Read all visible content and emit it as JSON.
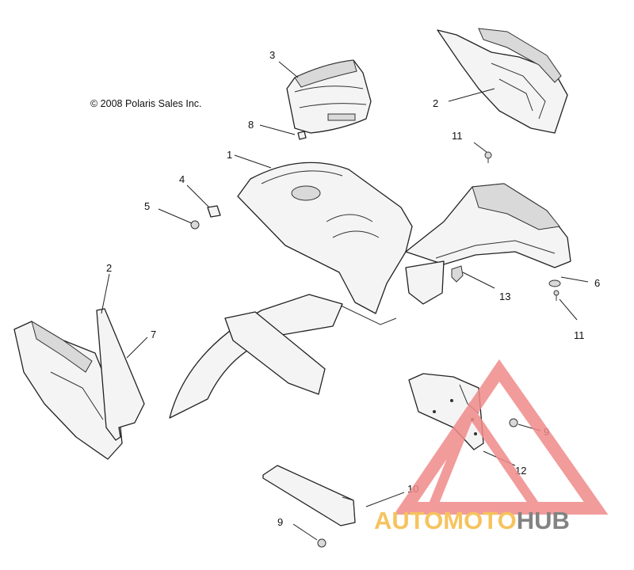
{
  "copyright": "© 2008 Polaris Sales Inc.",
  "callouts": [
    {
      "id": "3",
      "label": "3"
    },
    {
      "id": "2-top",
      "label": "2"
    },
    {
      "id": "8",
      "label": "8"
    },
    {
      "id": "11-top",
      "label": "11"
    },
    {
      "id": "1",
      "label": "1"
    },
    {
      "id": "4",
      "label": "4"
    },
    {
      "id": "5",
      "label": "5"
    },
    {
      "id": "6",
      "label": "6"
    },
    {
      "id": "13",
      "label": "13"
    },
    {
      "id": "11-right",
      "label": "11"
    },
    {
      "id": "2-left",
      "label": "2"
    },
    {
      "id": "7",
      "label": "7"
    },
    {
      "id": "9-right",
      "label": "9"
    },
    {
      "id": "12",
      "label": "12"
    },
    {
      "id": "10",
      "label": "10"
    },
    {
      "id": "9-bottom",
      "label": "9"
    }
  ],
  "watermark": {
    "part1": "AUTOMOTO",
    "part2": "HUB",
    "colors": {
      "triangle": "#f08a8a",
      "accent": "#f5b942",
      "dark": "#6e6e6e"
    }
  }
}
